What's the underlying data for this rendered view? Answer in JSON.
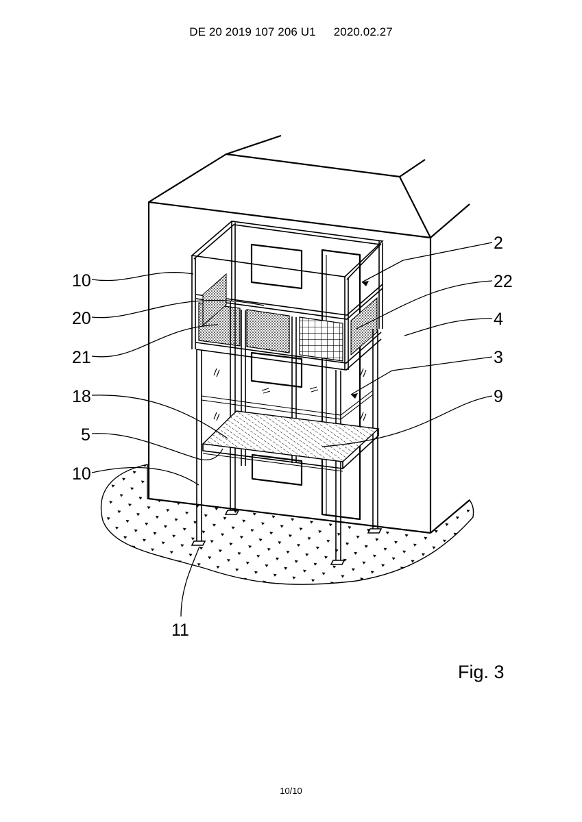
{
  "header": {
    "publication_number": "DE 20 2019 107 206 U1",
    "publication_date": "2020.02.27"
  },
  "figure": {
    "label": "Fig. 3",
    "reference_numerals": {
      "left": [
        "10",
        "20",
        "21",
        "18",
        "5",
        "10"
      ],
      "right": [
        "2",
        "22",
        "4",
        "3",
        "9"
      ],
      "bottom": [
        "11"
      ]
    }
  },
  "footer": {
    "page_number": "10/10"
  }
}
